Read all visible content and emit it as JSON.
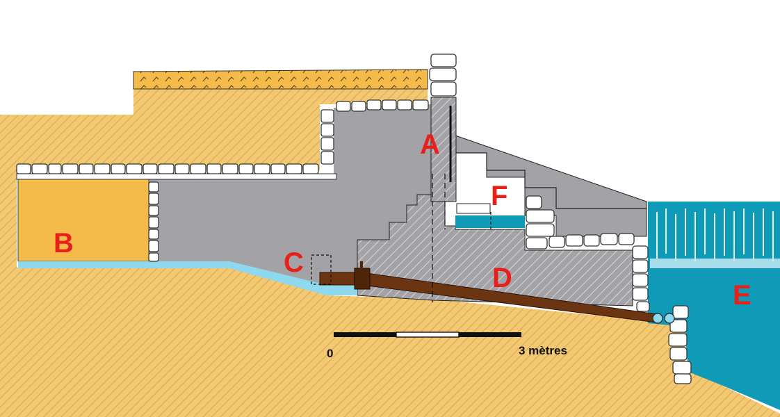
{
  "labels": {
    "a": "A",
    "b": "B",
    "c": "C",
    "d": "D",
    "e": "E",
    "f": "F"
  },
  "scale": {
    "start": "0",
    "end": "3 mètres"
  },
  "colors": {
    "soil": "#f2c873",
    "soil_hatch": "#d9a64a",
    "fill_orange": "#f5bb4a",
    "masonry": "#a3a3a7",
    "water_basin": "#0f9ab8",
    "water_channel": "#8fd9ef",
    "pipe": "#6b3512",
    "label": "#e8201c"
  }
}
